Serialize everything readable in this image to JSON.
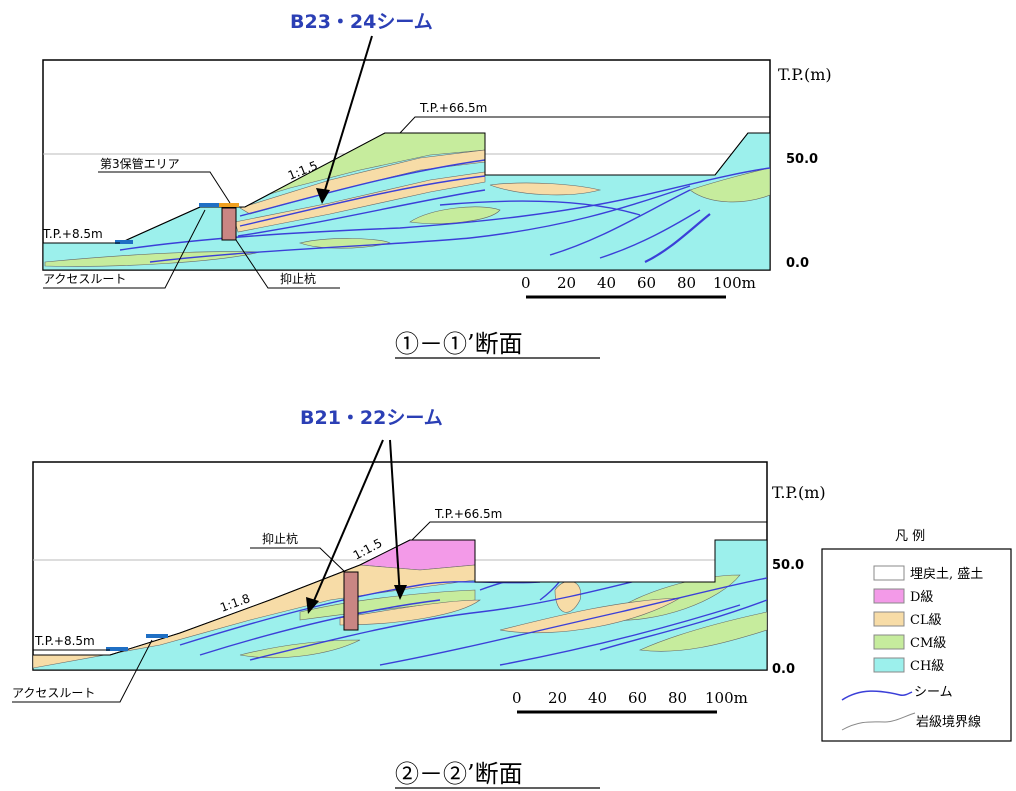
{
  "colors": {
    "fill_soil": "#ffffff",
    "d_class": "#f39ae8",
    "cl_class": "#f7dca7",
    "cm_class": "#c6ec9d",
    "ch_class": "#9cf0ec",
    "seam": "#3b3fd8",
    "pile": "#c98683",
    "route": "#1f6fc4",
    "storage": "#f0a020"
  },
  "section1": {
    "seam_title": "B23・24シーム",
    "tp_axis": "T.P.(m)",
    "tick_50": "50.0",
    "tick_0": "0.0",
    "tp_top": "T.P.+66.5m",
    "tp_bottom": "T.P.+8.5m",
    "slope": "1:1.5",
    "storage_area": "第3保管エリア",
    "access_route": "アクセスルート",
    "pile": "抑止杭",
    "scale_labels": [
      "0",
      "20",
      "40",
      "60",
      "80",
      "100m"
    ],
    "caption": "①－①’断面"
  },
  "section2": {
    "seam_title": "B21・22シーム",
    "tp_axis": "T.P.(m)",
    "tick_50": "50.0",
    "tick_0": "0.0",
    "tp_top": "T.P.+66.5m",
    "tp_bottom": "T.P.+8.5m",
    "slope_upper": "1:1.5",
    "slope_lower": "1:1.8",
    "pile": "抑止杭",
    "access_route": "アクセスルート",
    "scale_labels": [
      "0",
      "20",
      "40",
      "60",
      "80",
      "100m"
    ],
    "caption": "②－②’断面"
  },
  "legend": {
    "title": "凡 例",
    "items": [
      {
        "label": "埋戻土, 盛土",
        "color": "#ffffff"
      },
      {
        "label": "D級",
        "color": "#f39ae8"
      },
      {
        "label": "CL級",
        "color": "#f7dca7"
      },
      {
        "label": "CM級",
        "color": "#c6ec9d"
      },
      {
        "label": "CH級",
        "color": "#9cf0ec"
      }
    ],
    "seam_label": "シーム",
    "boundary_label": "岩級境界線"
  }
}
